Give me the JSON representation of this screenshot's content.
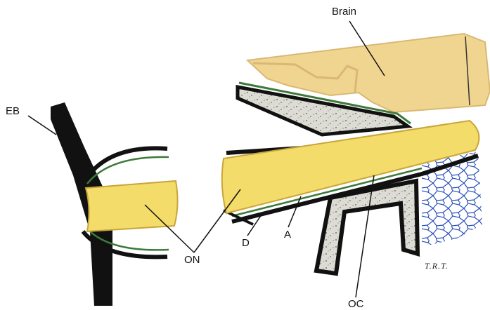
{
  "labels": {
    "brain": "Brain",
    "eb": "EB",
    "on": "ON",
    "d": "D",
    "a": "A",
    "oc": "OC"
  },
  "signature": "T.R.T.",
  "colors": {
    "nerve": "#f3dc6a",
    "nerve_edge": "#c9a53a",
    "brain": "#f0d590",
    "brain_shade": "#d9b872",
    "bone": "#dcdcd4",
    "membrane_black": "#111111",
    "membrane_green": "#3d7a3a",
    "vessel_net": "#2a4fb8"
  },
  "icons": {
    "signature": "artist-initials-icon"
  }
}
